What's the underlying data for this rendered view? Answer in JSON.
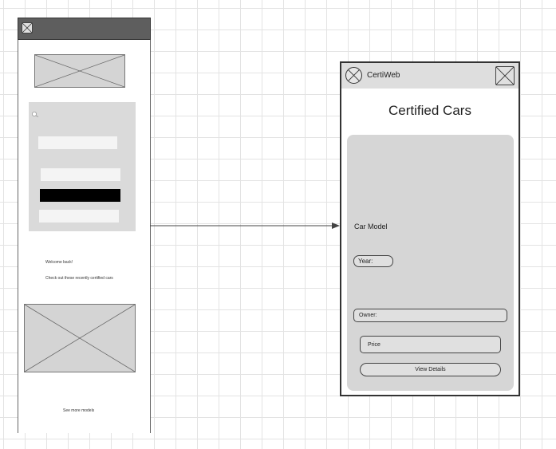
{
  "left_screen": {
    "welcome_text": "Welcome back!",
    "recent_text": "Check out these recently certified cars",
    "more_link": "See more models"
  },
  "right_screen": {
    "app_name": "CertiWeb",
    "title": "Certified Cars",
    "car_model": "Car Model",
    "year_label": "Year:",
    "owner_label": "Owner:",
    "price_label": "Price",
    "details_button": "View Details"
  },
  "icons": [
    "image-placeholder-icon",
    "search-icon",
    "arrow-icon"
  ]
}
